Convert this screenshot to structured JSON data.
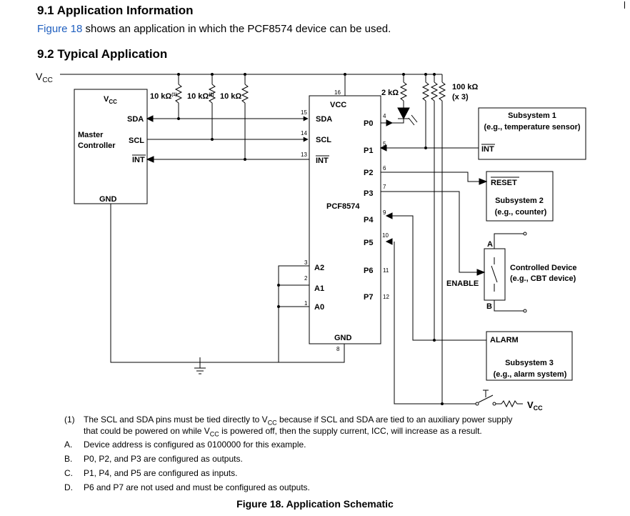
{
  "section1": {
    "heading": "9.1   Application Information",
    "link": "Figure 18",
    "text": " shows an application in which the PCF8574 device can be used."
  },
  "section2": {
    "heading": "9.2   Typical Application"
  },
  "schematic": {
    "vcc_rail": "V",
    "vcc_sub": "CC",
    "master": {
      "vcc": "V",
      "vcc_sub": "CC",
      "sda": "SDA",
      "scl": "SCL",
      "int": "INT",
      "name_line1": "Master",
      "name_line2": "Controller",
      "gnd": "GND"
    },
    "pullups": {
      "r1": "10 kΩ",
      "r2": "10 kΩ",
      "r3": "10 kΩ",
      "sup": "(1)"
    },
    "ic": {
      "name": "PCF8574",
      "vcc": "VCC",
      "sda": "SDA",
      "scl": "SCL",
      "int": "INT",
      "a2": "A2",
      "a1": "A1",
      "a0": "A0",
      "gnd": "GND",
      "p0": "P0",
      "p1": "P1",
      "p2": "P2",
      "p3": "P3",
      "p4": "P4",
      "p5": "P5",
      "p6": "P6",
      "p7": "P7",
      "pin_vcc": "16",
      "pin_sda": "15",
      "pin_scl": "14",
      "pin_int": "13",
      "pin_a2": "3",
      "pin_a1": "2",
      "pin_a0": "1",
      "pin_gnd": "8",
      "pin_p0": "4",
      "pin_p1": "5",
      "pin_p2": "6",
      "pin_p3": "7",
      "pin_p4": "9",
      "pin_p5": "10",
      "pin_p6": "11",
      "pin_p7": "12"
    },
    "led_resistor": "2 kΩ",
    "pullup_group": {
      "value": "100 kΩ",
      "count": "(x 3)"
    },
    "subsystem1": {
      "title": "Subsystem 1",
      "desc": "(e.g., temperature sensor)",
      "int": "INT"
    },
    "subsystem2": {
      "reset": "RESET",
      "title": "Subsystem 2",
      "desc": "(e.g., counter)"
    },
    "controlled": {
      "a": "A",
      "b": "B",
      "enable": "ENABLE",
      "title": "Controlled Device",
      "desc": "(e.g., CBT device)"
    },
    "subsystem3": {
      "alarm": "ALARM",
      "title": "Subsystem 3",
      "desc": "(e.g., alarm system)"
    },
    "switch_vcc": "V",
    "switch_vcc_sub": "CC"
  },
  "notes": [
    {
      "marker": "(1)",
      "text": "The SCL and SDA pins must be tied directly to V",
      "sub": "CC",
      "text2": " because if SCL and SDA are tied to an auxiliary power supply"
    },
    {
      "marker": "",
      "text": "that could be powered on while V",
      "sub": "CC",
      "text2": " is powered off, then the supply current, ICC, will increase as a result."
    },
    {
      "marker": "A.",
      "text": "Device address is configured as 0100000 for this example."
    },
    {
      "marker": "B.",
      "text": "P0, P2, and P3 are configured as outputs."
    },
    {
      "marker": "C.",
      "text": "P1, P4, and P5 are configured as inputs."
    },
    {
      "marker": "D.",
      "text": "P6 and P7 are not used and must be configured as outputs."
    }
  ],
  "caption": "Figure 18.  Application Schematic"
}
